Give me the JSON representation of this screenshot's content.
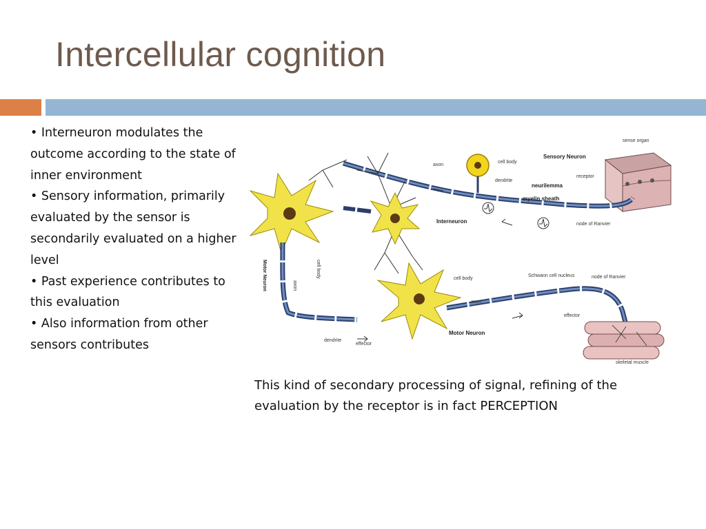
{
  "title": "Intercellular cognition",
  "bullets": [
    "• Interneuron modulates the outcome according to the state of inner environment",
    "• Sensory information, primarily evaluated by the sensor is secondarily evaluated on a higher level",
    "• Past experience contributes to this evaluation",
    "• Also information from other sensors contributes"
  ],
  "caption": "This kind of secondary processing of signal, refining of the evaluation by the receptor is in fact PERCEPTION",
  "diagram": {
    "labels": {
      "sense_organ": "sense organ",
      "sensory_neuron": "Sensory Neuron",
      "receptor": "receptor",
      "axon_top": "axon",
      "cell_body_top": "cell body",
      "dendrite_top": "dendrite",
      "neurilemma": "neurilemma",
      "myelin_sheath": "myelin sheath",
      "node_of_ranvier_top": "node of Ranvier",
      "interneuron": "Interneuron",
      "motor_neuron_vertical": "Motor Neuron",
      "cell_body_left": "cell body",
      "axon_left": "axon",
      "cell_body_mid": "cell body",
      "schwann": "Schwann cell nucleus",
      "node_of_ranvier_bottom": "node of Ranvier",
      "axon_bottom": "axon",
      "effector_right": "effector",
      "motor_neuron": "Motor Neuron",
      "dendrite_bottom": "dendrite",
      "effector_left": "effector",
      "skeletal_muscle": "skeletal muscle"
    }
  }
}
